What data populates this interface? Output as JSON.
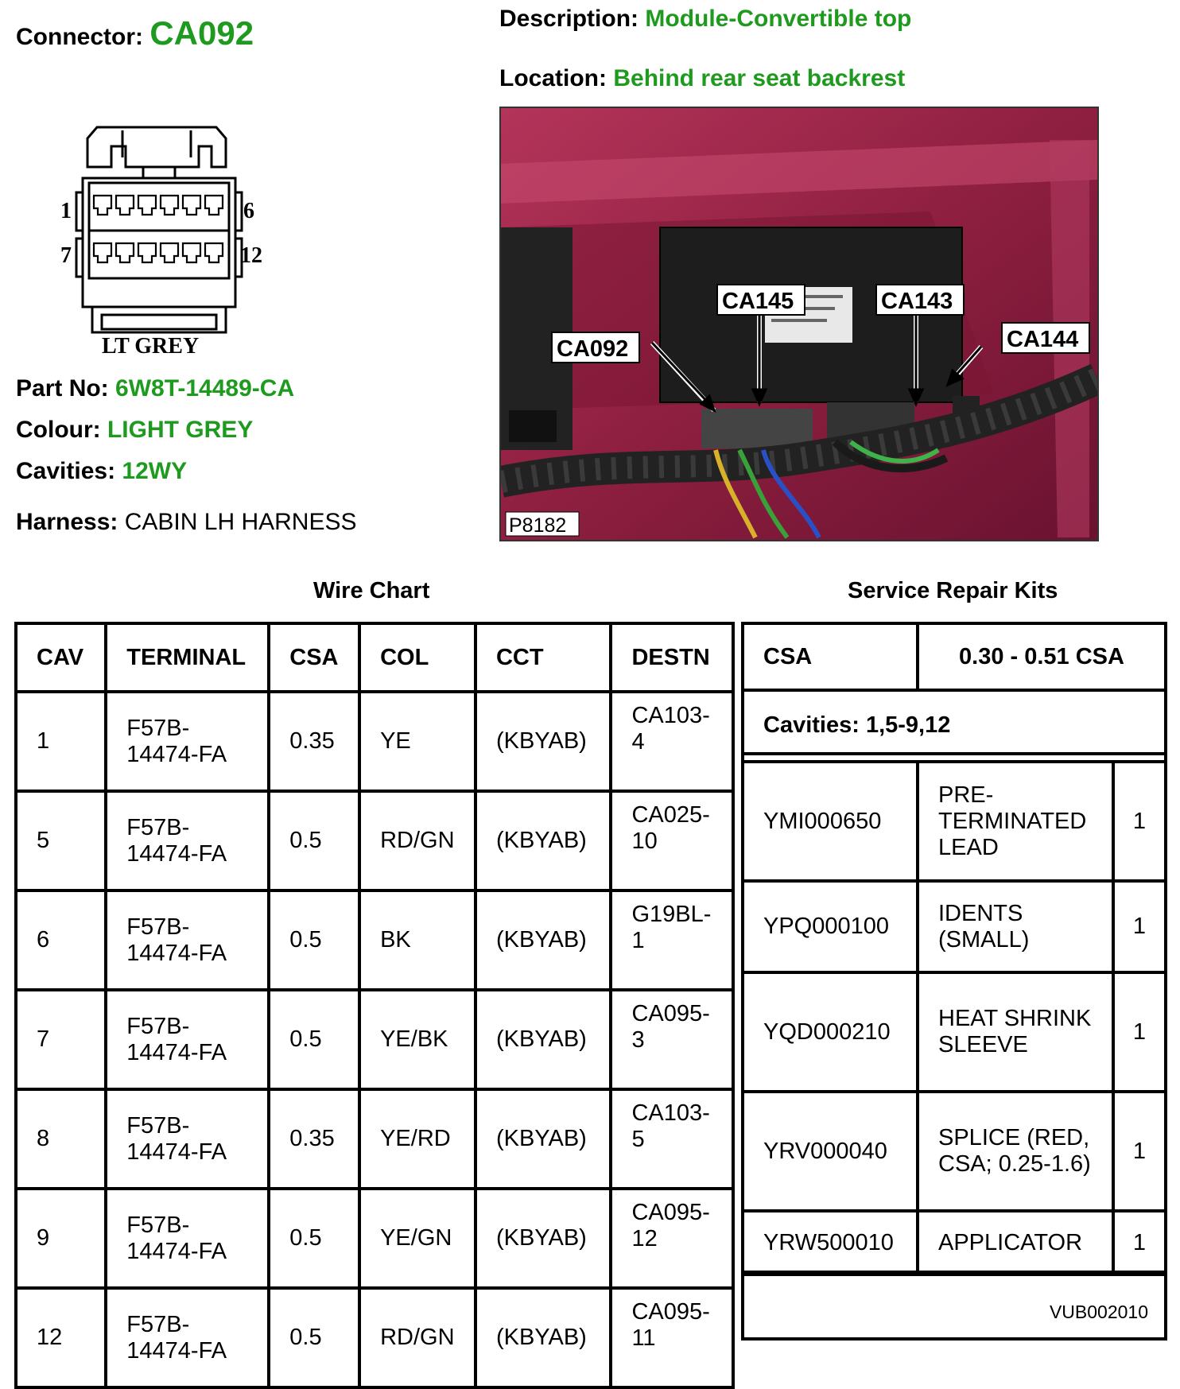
{
  "header": {
    "connector_label": "Connector:",
    "connector_value": "CA092",
    "description_label": "Description:",
    "description_value": "Module-Convertible top",
    "location_label": "Location:",
    "location_value": "Behind rear seat backrest"
  },
  "connector_drawing": {
    "pin_1": "1",
    "pin_6": "6",
    "pin_7": "7",
    "pin_12": "12",
    "caption": "LT GREY"
  },
  "details": {
    "part_no_label": "Part No:",
    "part_no_value": "6W8T-14489-CA",
    "colour_label": "Colour:",
    "colour_value": "LIGHT GREY",
    "cavities_label": "Cavities:",
    "cavities_value": "12WY",
    "harness_label": "Harness:",
    "harness_value": "CABIN LH HARNESS"
  },
  "photo": {
    "callouts": [
      "CA145",
      "CA143",
      "CA092",
      "CA144"
    ],
    "photo_id": "P8182"
  },
  "wire_chart": {
    "title": "Wire Chart",
    "columns": [
      "CAV",
      "TERMINAL",
      "CSA",
      "COL",
      "CCT",
      "DESTN"
    ],
    "rows": [
      {
        "cav": "1",
        "terminal": "F57B-14474-FA",
        "csa": "0.35",
        "col": "YE",
        "cct": "(KBYAB)",
        "destn": "CA103-4"
      },
      {
        "cav": "5",
        "terminal": "F57B-14474-FA",
        "csa": "0.5",
        "col": "RD/GN",
        "cct": "(KBYAB)",
        "destn": "CA025-10"
      },
      {
        "cav": "6",
        "terminal": "F57B-14474-FA",
        "csa": "0.5",
        "col": "BK",
        "cct": "(KBYAB)",
        "destn": "G19BL-1"
      },
      {
        "cav": "7",
        "terminal": "F57B-14474-FA",
        "csa": "0.5",
        "col": "YE/BK",
        "cct": "(KBYAB)",
        "destn": "CA095-3"
      },
      {
        "cav": "8",
        "terminal": "F57B-14474-FA",
        "csa": "0.35",
        "col": "YE/RD",
        "cct": "(KBYAB)",
        "destn": "CA103-5"
      },
      {
        "cav": "9",
        "terminal": "F57B-14474-FA",
        "csa": "0.5",
        "col": "YE/GN",
        "cct": "(KBYAB)",
        "destn": "CA095-12"
      },
      {
        "cav": "12",
        "terminal": "F57B-14474-FA",
        "csa": "0.5",
        "col": "RD/GN",
        "cct": "(KBYAB)",
        "destn": "CA095-11"
      }
    ]
  },
  "repair_kits": {
    "title": "Service Repair Kits",
    "head_left": "CSA",
    "head_right": "0.30 - 0.51 CSA",
    "cavities": "Cavities: 1,5-9,12",
    "rows": [
      {
        "part": "YMI000650",
        "desc": "PRE-TERMINATED LEAD",
        "qty": "1"
      },
      {
        "part": "YPQ000100",
        "desc": "IDENTS (SMALL)",
        "qty": "1"
      },
      {
        "part": "YQD000210",
        "desc": "HEAT SHRINK SLEEVE",
        "qty": "1"
      },
      {
        "part": "YRV000040",
        "desc": "SPLICE (RED, CSA; 0.25-1.6)",
        "qty": "1"
      },
      {
        "part": "YRW500010",
        "desc": "APPLICATOR",
        "qty": "1"
      }
    ],
    "footer_code": "VUB002010"
  }
}
